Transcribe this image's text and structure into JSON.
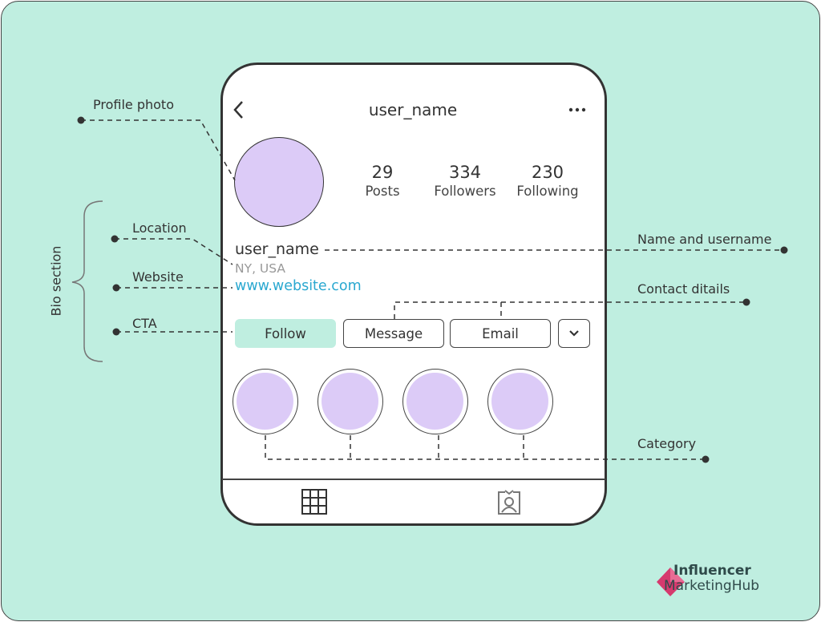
{
  "header": {
    "back_icon": "chevron-left-icon",
    "title": "user_name",
    "more_icon": "more-dots-icon"
  },
  "stats": [
    {
      "value": "29",
      "label": "Posts"
    },
    {
      "value": "334",
      "label": "Followers"
    },
    {
      "value": "230",
      "label": "Following"
    }
  ],
  "bio": {
    "name": "user_name",
    "location": "NY, USA",
    "website": "www.website.com"
  },
  "buttons": {
    "follow": "Follow",
    "message": "Message",
    "email": "Email"
  },
  "highlights_count": 4,
  "tabs": [
    "grid-icon",
    "tagged-icon"
  ],
  "annotations": {
    "profile_photo": "Profile photo",
    "location": "Location",
    "website": "Website",
    "cta": "CTA",
    "bio_section": "Bio section",
    "name_username": "Name and username",
    "contact": "Contact ditails",
    "category": "Category"
  },
  "logo": {
    "line1": "Influencer",
    "line2": "MarketingHub"
  },
  "colors": {
    "background": "#bfeee0",
    "avatar": "#dccbf7",
    "link": "#2aa8d0",
    "accent": "#d63a6e"
  }
}
